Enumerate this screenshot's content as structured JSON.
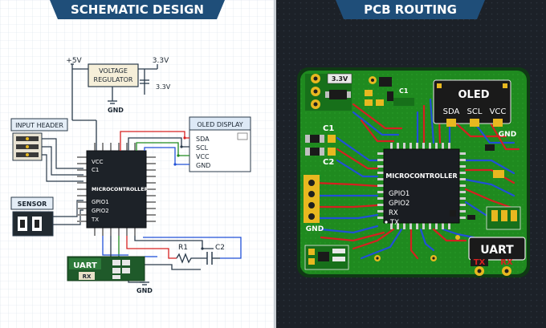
{
  "left_panel": {
    "title": "SCHEMATIC DESIGN",
    "power": {
      "vin": "+5V",
      "vout": "3.3V",
      "cap_value": "3.3V",
      "gnd_top": "GND",
      "gnd_bottom": "GND"
    },
    "regulator": {
      "line1": "VOLTAGE",
      "line2": "REGULATOR"
    },
    "input_header": {
      "label": "INPUT HEADER"
    },
    "sensor": {
      "label": "SENSOR"
    },
    "mcu": {
      "name": "MICROCONTROLLER",
      "pins": [
        "VCC",
        "C1",
        "GPIO1",
        "GPIO2",
        "TX"
      ]
    },
    "oled": {
      "label": "OLED DISPLAY",
      "pins": [
        "SDA",
        "SCL",
        "VCC",
        "GND"
      ]
    },
    "resistor": "R1",
    "capacitor": "C2",
    "uart": {
      "label": "UART",
      "rx": "RX"
    }
  },
  "right_panel": {
    "title": "PCB ROUTING",
    "voltage_label": "3.3V",
    "c1_top": "C1",
    "c1_left": "C1",
    "c2_left": "C2",
    "oled": {
      "label": "OLED",
      "pins": [
        "SDA",
        "SCL",
        "VCC"
      ],
      "gnd": "GND"
    },
    "mcu": {
      "name": "MICROCONTROLLER",
      "pins": [
        "GPIO1",
        "GPIO2",
        "RX",
        "TX"
      ]
    },
    "gnd_left": "GND",
    "uart": {
      "label": "UART",
      "tx": "TX",
      "rx": "RX"
    }
  },
  "colors": {
    "title_banner": "#1f4e79",
    "pcb_green": "#1f8a1f",
    "trace_red": "#d62020",
    "trace_blue": "#2050d8",
    "pad_gold": "#e8b820",
    "dark_bg": "#1c2128"
  }
}
